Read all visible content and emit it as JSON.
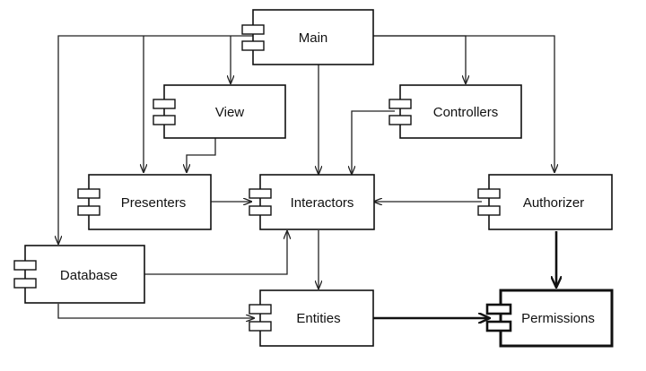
{
  "components": {
    "main": "Main",
    "view": "View",
    "controllers": "Controllers",
    "presenters": "Presenters",
    "interactors": "Interactors",
    "authorizer": "Authorizer",
    "database": "Database",
    "entities": "Entities",
    "permissions": "Permissions"
  }
}
